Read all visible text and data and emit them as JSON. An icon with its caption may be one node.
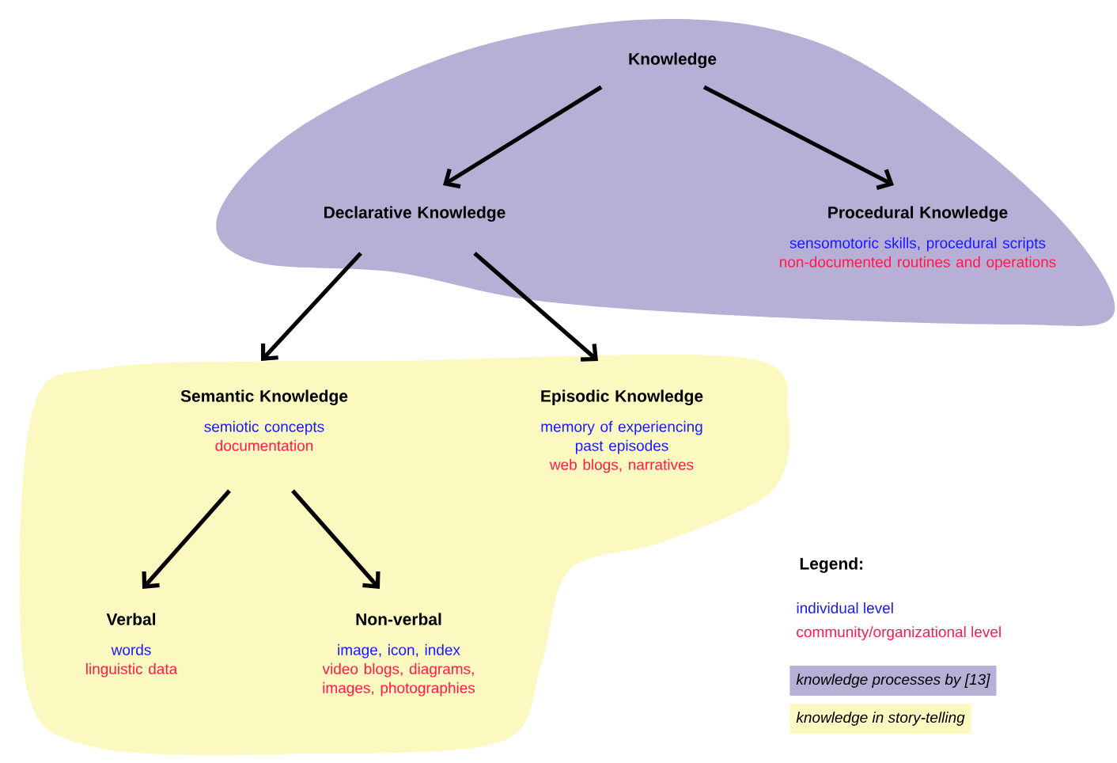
{
  "diagram": {
    "nodes": [
      {
        "text": [
          "Knowledge"
        ]
      },
      {
        "text": [
          "Declarative Knowledge"
        ]
      },
      {
        "text": [
          "Procedural Knowledge",
          "sensomotoric skills, procedural scripts",
          "non-documented routines and operations"
        ]
      },
      {
        "text": [
          "Semantic Knowledge",
          "semiotic concepts",
          "documentation"
        ]
      },
      {
        "text": [
          "Episodic Knowledge",
          "memory of experiencing past episodes",
          "web blogs, narratives"
        ]
      },
      {
        "text": [
          "Verbal",
          "words",
          "linguistic data"
        ]
      },
      {
        "text": [
          "Non-verbal",
          "image, icon, index",
          "video blogs, diagrams, images, photographies"
        ]
      }
    ],
    "edges": [
      {
        "from": 0,
        "to": 1,
        "arrow": "to"
      },
      {
        "from": 0,
        "to": 2,
        "arrow": "to"
      },
      {
        "from": 1,
        "to": 3,
        "arrow": "to"
      },
      {
        "from": 1,
        "to": 4,
        "arrow": "to"
      },
      {
        "from": 3,
        "to": 5,
        "arrow": "to"
      },
      {
        "from": 3,
        "to": 6,
        "arrow": "to"
      }
    ],
    "labels": [
      "Legend:"
    ],
    "legend": [
      {
        "text": "individual level",
        "color": "#1a1aff"
      },
      {
        "text": "community/organizational level",
        "color": "#ff1a4a"
      },
      {
        "text": "knowledge processes by [13]",
        "color": "#b7afd6"
      },
      {
        "text": "knowledge in story-telling",
        "color": "#fbf8c0"
      }
    ]
  }
}
